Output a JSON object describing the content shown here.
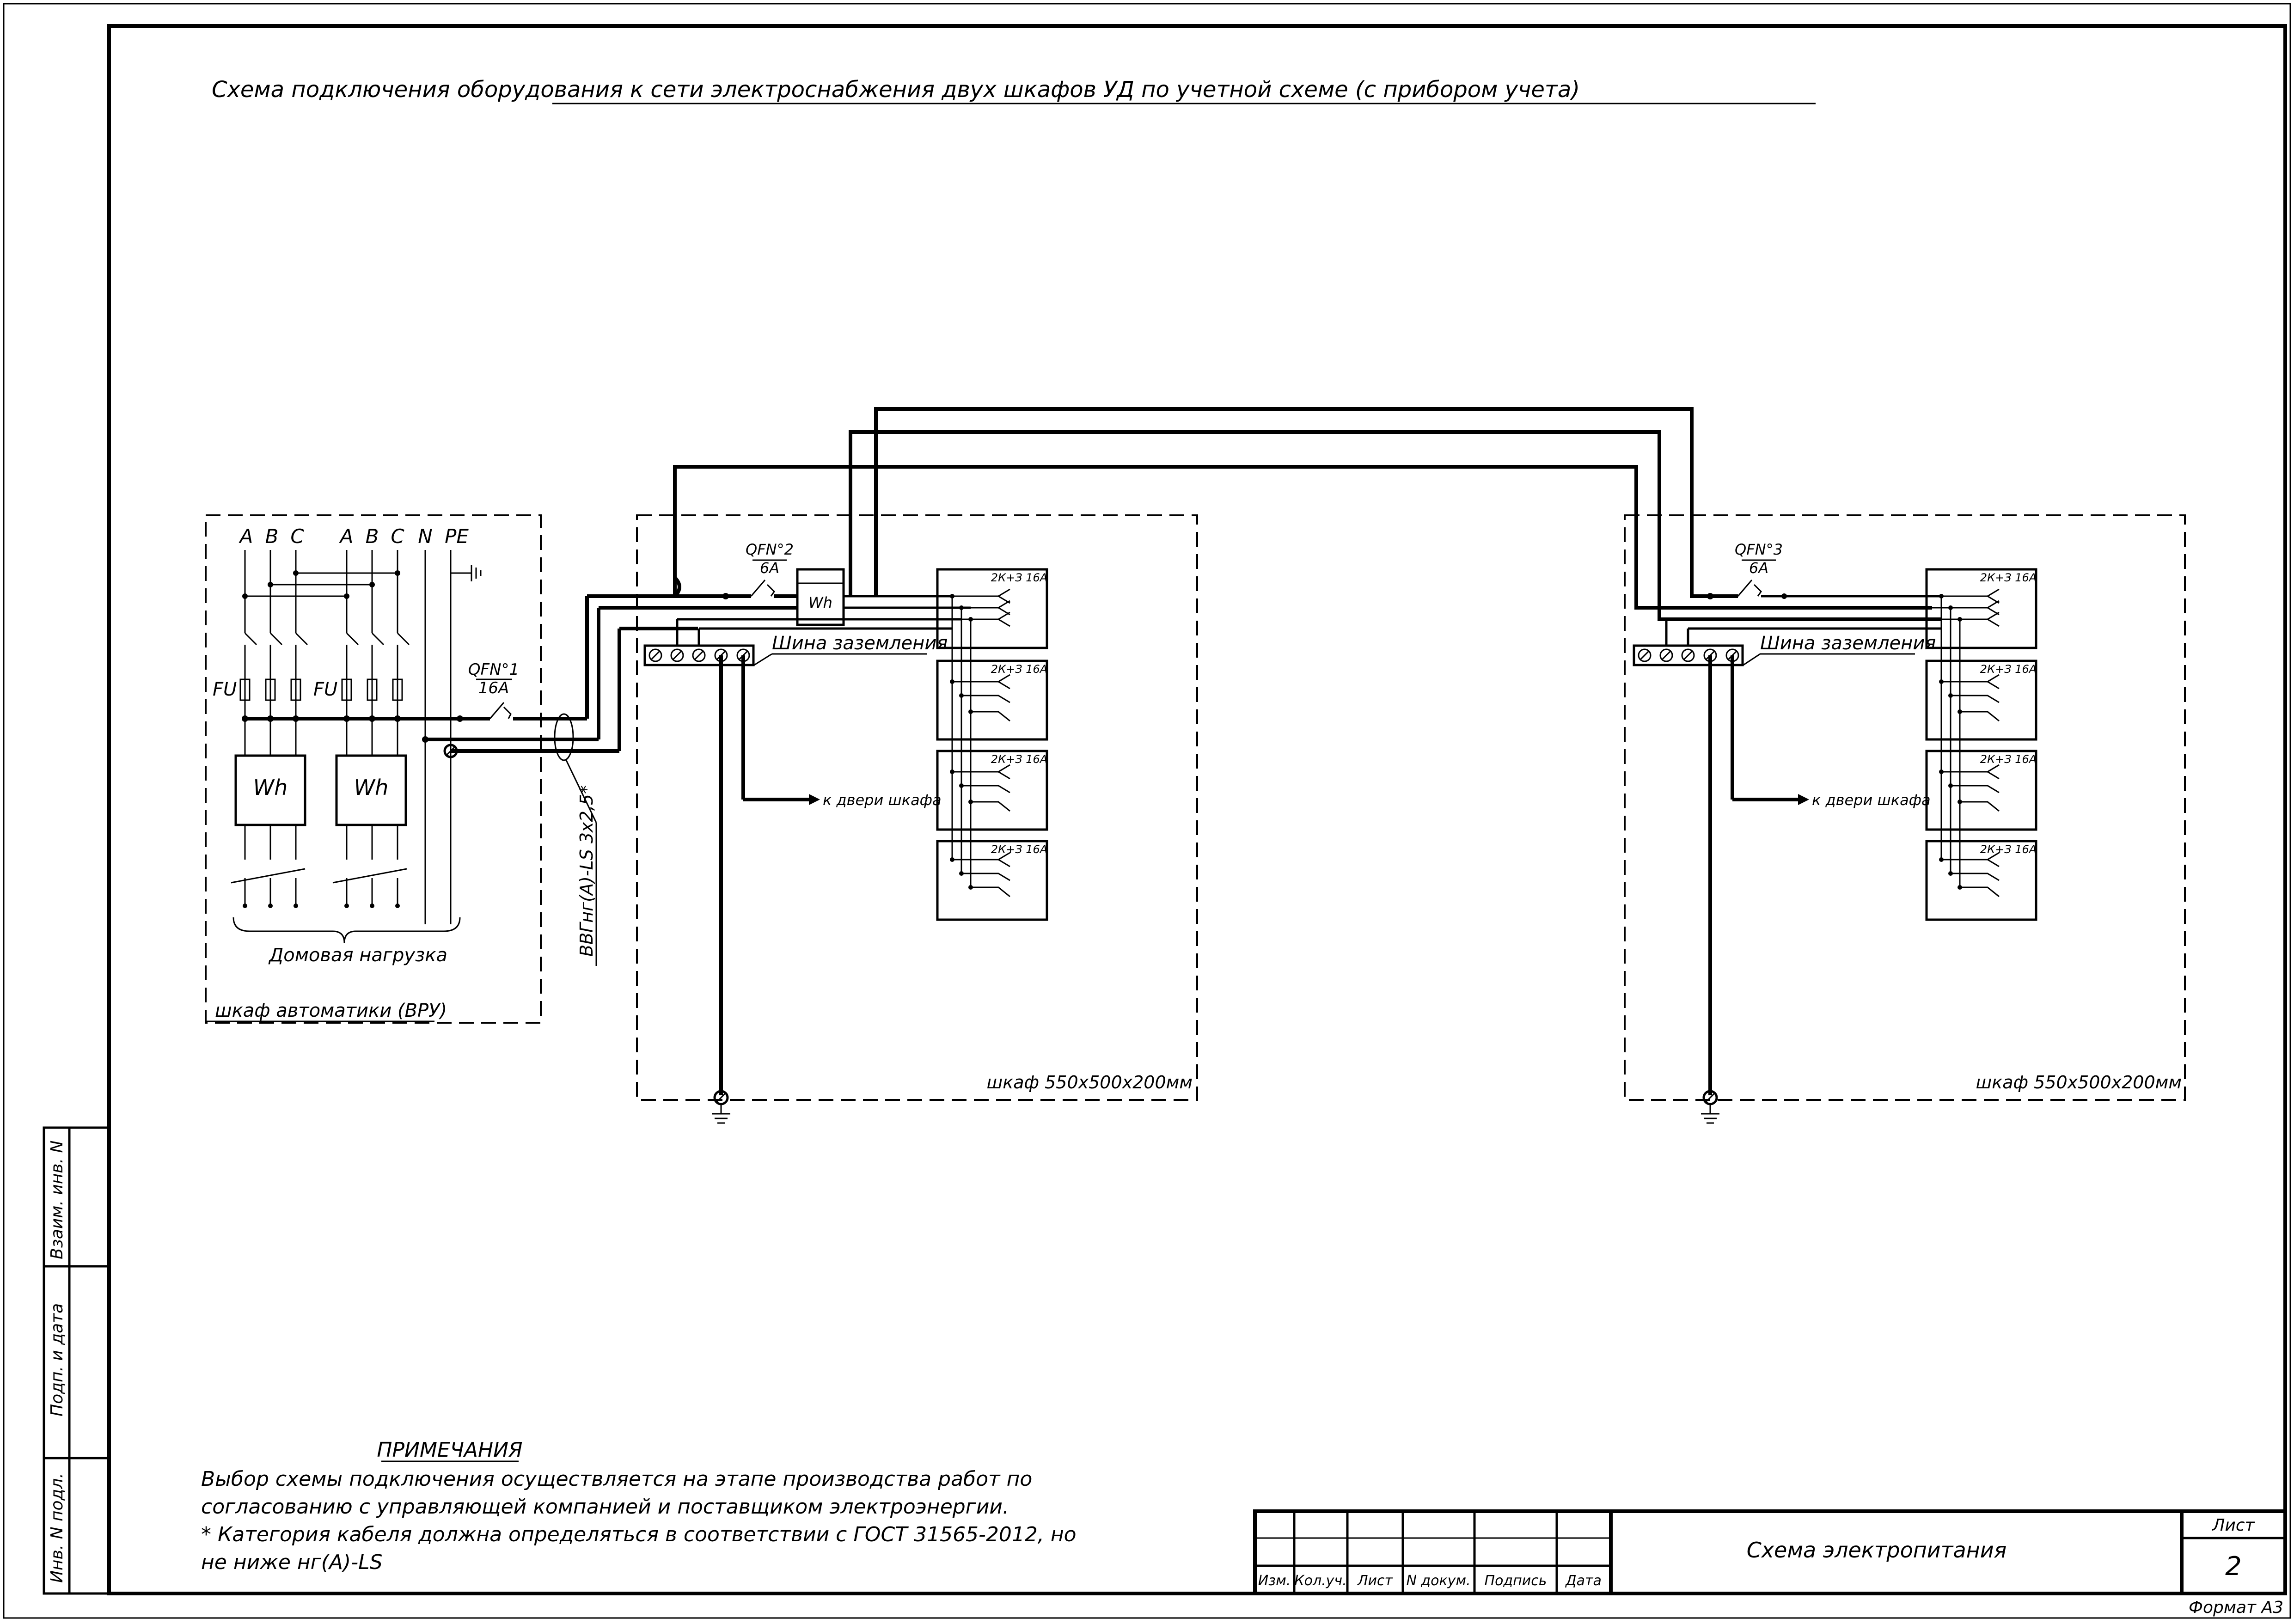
{
  "drawing": {
    "title": "Схема подключения оборудования к сети электроснабжения двух шкафов УД  по учетной схеме (с прибором учета)",
    "vru": {
      "phases_left": [
        "A",
        "B",
        "C"
      ],
      "phases_right": [
        "A",
        "B",
        "C",
        "N",
        "PE"
      ],
      "fuse_label": "FU",
      "meter_label": "Wh",
      "load_label": "Домовая нагрузка",
      "cabinet_label": "шкаф автоматики (ВРУ)"
    },
    "breakers": {
      "qf1_name": "QFN°1",
      "qf1_rating": "16А",
      "qf2_name": "QFN°2",
      "qf2_rating": "6А",
      "qf3_name": "QFN°3",
      "qf3_rating": "6А"
    },
    "cable_label": "ВВГнг(А)-LS 3х2,5*",
    "cabinet1": {
      "meter_label": "Wh",
      "ground_bus": "Шина заземления",
      "door_label": "к двери шкафа",
      "socket_label": "2К+З 16А",
      "cabinet_label": "шкаф 550х500х200мм"
    },
    "cabinet2": {
      "ground_bus": "Шина заземления",
      "door_label": "к двери шкафа",
      "socket_label": "2К+З 16А",
      "cabinet_label": "шкаф 550х500х200мм"
    }
  },
  "notes": {
    "heading": "ПРИМЕЧАНИЯ",
    "line1": "Выбор схемы подключения осуществляется на этапе производства работ по",
    "line2": "согласованию с управляющей компанией и поставщиком электроэнергии.",
    "line3": "* Категория кабеля должна определяться в соответствии с ГОСТ 31565-2012, но",
    "line4": "не ниже нг(А)-LS"
  },
  "side_stamp": {
    "f1": "Взаим. инв. N",
    "f2": "Подп. и дата",
    "f3": "Инв. N подл."
  },
  "title_block": {
    "col_izm": "Изм.",
    "col_koluch": "Кол.уч.",
    "col_list": "Лист",
    "col_ndoc": "N докум.",
    "col_sign": "Подпись",
    "col_date": "Дата",
    "doc_title": "Схема электропитания",
    "sheet_label": "Лист",
    "sheet_number": "2",
    "format": "Формат А3"
  }
}
